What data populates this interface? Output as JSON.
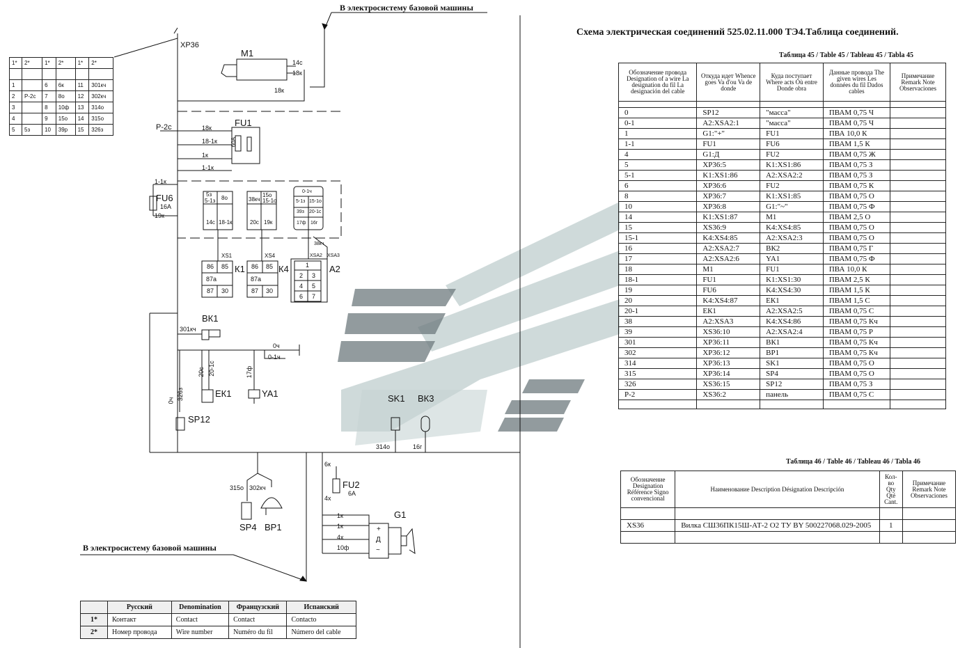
{
  "header": {
    "title": "Схема электрическая соединений 525.02.11.000 ТЭ4.Таблица соединений.",
    "top_arrow_label": "В электросистему базовой машины",
    "bottom_arrow_label": "В электросистему базовой машины"
  },
  "contact_table": {
    "headers": [
      "1*",
      "2*",
      "1*",
      "2*",
      "1*",
      "2*"
    ],
    "rows": [
      [
        "1",
        "",
        "6",
        "6к",
        "11",
        "301кч"
      ],
      [
        "2",
        "Р-2с",
        "7",
        "8о",
        "12",
        "302кч"
      ],
      [
        "3",
        "",
        "8",
        "10ф",
        "13",
        "314о"
      ],
      [
        "4",
        "",
        "9",
        "15о",
        "14",
        "315о"
      ],
      [
        "5",
        "5з",
        "10",
        "39р",
        "15",
        "326з"
      ]
    ]
  },
  "diagram_labels": {
    "xp36": "ХР36",
    "m1": "М1",
    "m1_pin14": "14с",
    "m1_pin18": "18к",
    "m1_wire18": "18к",
    "p2c": "Р-2с",
    "fu1": "FU1",
    "fu1_w18": "18к",
    "fu1_w181": "18-1к",
    "fu1_w1": "1к",
    "fu1_w11": "1-1к",
    "fu1_rating": "60А",
    "fu6": "FU6",
    "fu6_rating": "16А",
    "fu6_w11": "1-1к",
    "fu6_w19": "19к",
    "k1_top": [
      "5з",
      "5-1з",
      "8о"
    ],
    "k1_bottom": [
      "14с",
      "18-1к"
    ],
    "k4_top": [
      "38кч",
      "15о",
      "15-1о"
    ],
    "k4_bottom": [
      "20с",
      "19к"
    ],
    "a2_top": [
      "0-1ч",
      "5-1з",
      "15-1о",
      "39з",
      "20-1с",
      "17ф",
      "16г"
    ],
    "xs1": "XS1",
    "xs4": "XS4",
    "xsa2": "XSA2",
    "xsa3": "XSA3",
    "w38": "38кч",
    "k1": "К1",
    "k4": "К4",
    "a2": "А2",
    "relay_pins": [
      "86",
      "85",
      "87а",
      "87",
      "30"
    ],
    "a2_pins": [
      "1",
      "2",
      "3",
      "4",
      "5",
      "6",
      "7"
    ],
    "bk1": "ВК1",
    "w301": "301кч",
    "w0": "0ч",
    "w01": "0-1ч",
    "w20c": "20с",
    "w201c": "20-1с",
    "w17": "17ф",
    "ek1": "ЕК1",
    "ya1": "YA1",
    "w0sp": "0ч",
    "w326": "326з",
    "sp12": "SP12",
    "sk1": "SK1",
    "bk3": "ВК3",
    "w314": "314о",
    "w16": "16г",
    "w6": "6к",
    "fu2": "FU2",
    "fu2_rating": "6А",
    "w4x": "4х",
    "w315": "315о",
    "w302": "302кч",
    "sp4": "SP4",
    "bp1": "ВР1",
    "g1": "G1",
    "g1_w1": "1к",
    "g1_w2": "1к",
    "g1_w3": "4х",
    "g1_w4": "10ф",
    "g1_plus": "+",
    "g1_d": "Д",
    "g1_ac": "~"
  },
  "legend": {
    "headers": [
      "",
      "Русский",
      "Denomination",
      "Французский",
      "Испанский"
    ],
    "rows": [
      [
        "1*",
        "Контакт",
        "Contact",
        "Contact",
        "Contacto"
      ],
      [
        "2*",
        "Номер провода",
        "Wire number",
        "Numéro du fil",
        "Número del cable"
      ]
    ]
  },
  "table45": {
    "caption": "Таблица 45 / Table 45 / Tableau 45 / Tabla 45",
    "headers": [
      "Обозначение провода Designation of a wire La designation du fil La designación del cable",
      "Откуда идет Whence goes Va d'ou Va de donde",
      "Куда поступает Where acts Où entre Donde obra",
      "Данные провода The given wires Les données du fil Dados cables",
      "Примечание Remark Note Observaciones"
    ],
    "rows": [
      [
        "0",
        "SP12",
        "\"масса\"",
        "ПВАМ 0,75 Ч",
        ""
      ],
      [
        "0-1",
        "A2:XSA2:1",
        "\"масса\"",
        "ПВАМ 0,75 Ч",
        ""
      ],
      [
        "1",
        "G1:\"+\"",
        "FU1",
        "ПВА 10,0 К",
        ""
      ],
      [
        "1-1",
        "FU1",
        "FU6",
        "ПВАМ 1,5 К",
        ""
      ],
      [
        "4",
        "G1:Д",
        "FU2",
        "ПВАМ 0,75 Ж",
        ""
      ],
      [
        "5",
        "XP36:5",
        "K1:XS1:86",
        "ПВАМ 0,75 З",
        ""
      ],
      [
        "5-1",
        "K1:XS1:86",
        "A2:XSA2:2",
        "ПВАМ 0,75 З",
        ""
      ],
      [
        "6",
        "XP36:6",
        "FU2",
        "ПВАМ 0,75 К",
        ""
      ],
      [
        "8",
        "XP36:7",
        "K1:XS1:85",
        "ПВАМ 0,75 О",
        ""
      ],
      [
        "10",
        "XP36:8",
        "G1:\"~\"",
        "ПВАМ 0,75 Ф",
        ""
      ],
      [
        "14",
        "K1:XS1:87",
        "M1",
        "ПВАМ 2,5 О",
        ""
      ],
      [
        "15",
        "XS36:9",
        "K4:XS4:85",
        "ПВАМ 0,75 О",
        ""
      ],
      [
        "15-1",
        "K4:XS4:85",
        "A2:XSA2:3",
        "ПВАМ 0,75 О",
        ""
      ],
      [
        "16",
        "A2:XSA2:7",
        "ВК2",
        "ПВАМ 0,75 Г",
        ""
      ],
      [
        "17",
        "A2:XSA2:6",
        "YA1",
        "ПВАМ 0,75 Ф",
        ""
      ],
      [
        "18",
        "M1",
        "FU1",
        "ПВА 10,0 К",
        ""
      ],
      [
        "18-1",
        "FU1",
        "K1:XS1:30",
        "ПВАМ 2,5 К",
        ""
      ],
      [
        "19",
        "FU6",
        "K4:XS4:30",
        "ПВАМ 1,5 К",
        ""
      ],
      [
        "20",
        "K4:XS4:87",
        "ЕК1",
        "ПВАМ 1,5 С",
        ""
      ],
      [
        "20-1",
        "ЕК1",
        "A2:XSA2:5",
        "ПВАМ 0,75 С",
        ""
      ],
      [
        "38",
        "A2:XSA3",
        "K4:XS4:86",
        "ПВАМ 0,75 Кч",
        ""
      ],
      [
        "39",
        "XS36:10",
        "A2:XSA2:4",
        "ПВАМ 0,75 Р",
        ""
      ],
      [
        "301",
        "XP36:11",
        "ВК1",
        "ПВАМ 0,75 Кч",
        ""
      ],
      [
        "302",
        "XP36:12",
        "ВР1",
        "ПВАМ 0,75 Кч",
        ""
      ],
      [
        "314",
        "XP36:13",
        "SK1",
        "ПВАМ 0,75 О",
        ""
      ],
      [
        "315",
        "XP36:14",
        "SP4",
        "ПВАМ 0,75 О",
        ""
      ],
      [
        "326",
        "XS36:15",
        "SP12",
        "ПВАМ 0,75 З",
        ""
      ],
      [
        "P-2",
        "XS36:2",
        "панель",
        "ПВАМ 0,75 С",
        ""
      ]
    ]
  },
  "table46": {
    "caption": "Таблица 46 / Table 46 / Tableau 46 / Tabla 46",
    "headers": [
      "Обозначение Designation Référence Signo convencional",
      "Наименование Description Désignation Descripción",
      "Кол-во Qty Qté Cant.",
      "Примечание Remark Note Observaciones"
    ],
    "rows": [
      [
        "XS36",
        "Вилка СШ36ПК15Ш-АТ-2 О2 ТУ BY 500227068.029-2005",
        "1",
        ""
      ]
    ]
  },
  "colors": {
    "watermark": "#c7d3d3",
    "watermark_dark": "#6d7a7d",
    "line": "#111111"
  }
}
